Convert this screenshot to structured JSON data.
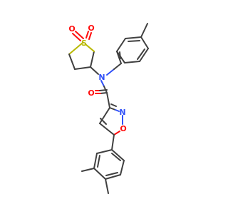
{
  "molecule": {
    "atom_labels": {
      "s": "S",
      "o_sulfonyl_1": "O",
      "o_sulfonyl_2": "O",
      "n_amide": "N",
      "o_carbonyl": "O",
      "n_isoxazole": "N",
      "o_isoxazole": "O"
    },
    "colors": {
      "bond": "#404040",
      "sulfur": "#b8b800",
      "oxygen": "#ff0d0d",
      "nitrogen": "#3050f8"
    }
  }
}
